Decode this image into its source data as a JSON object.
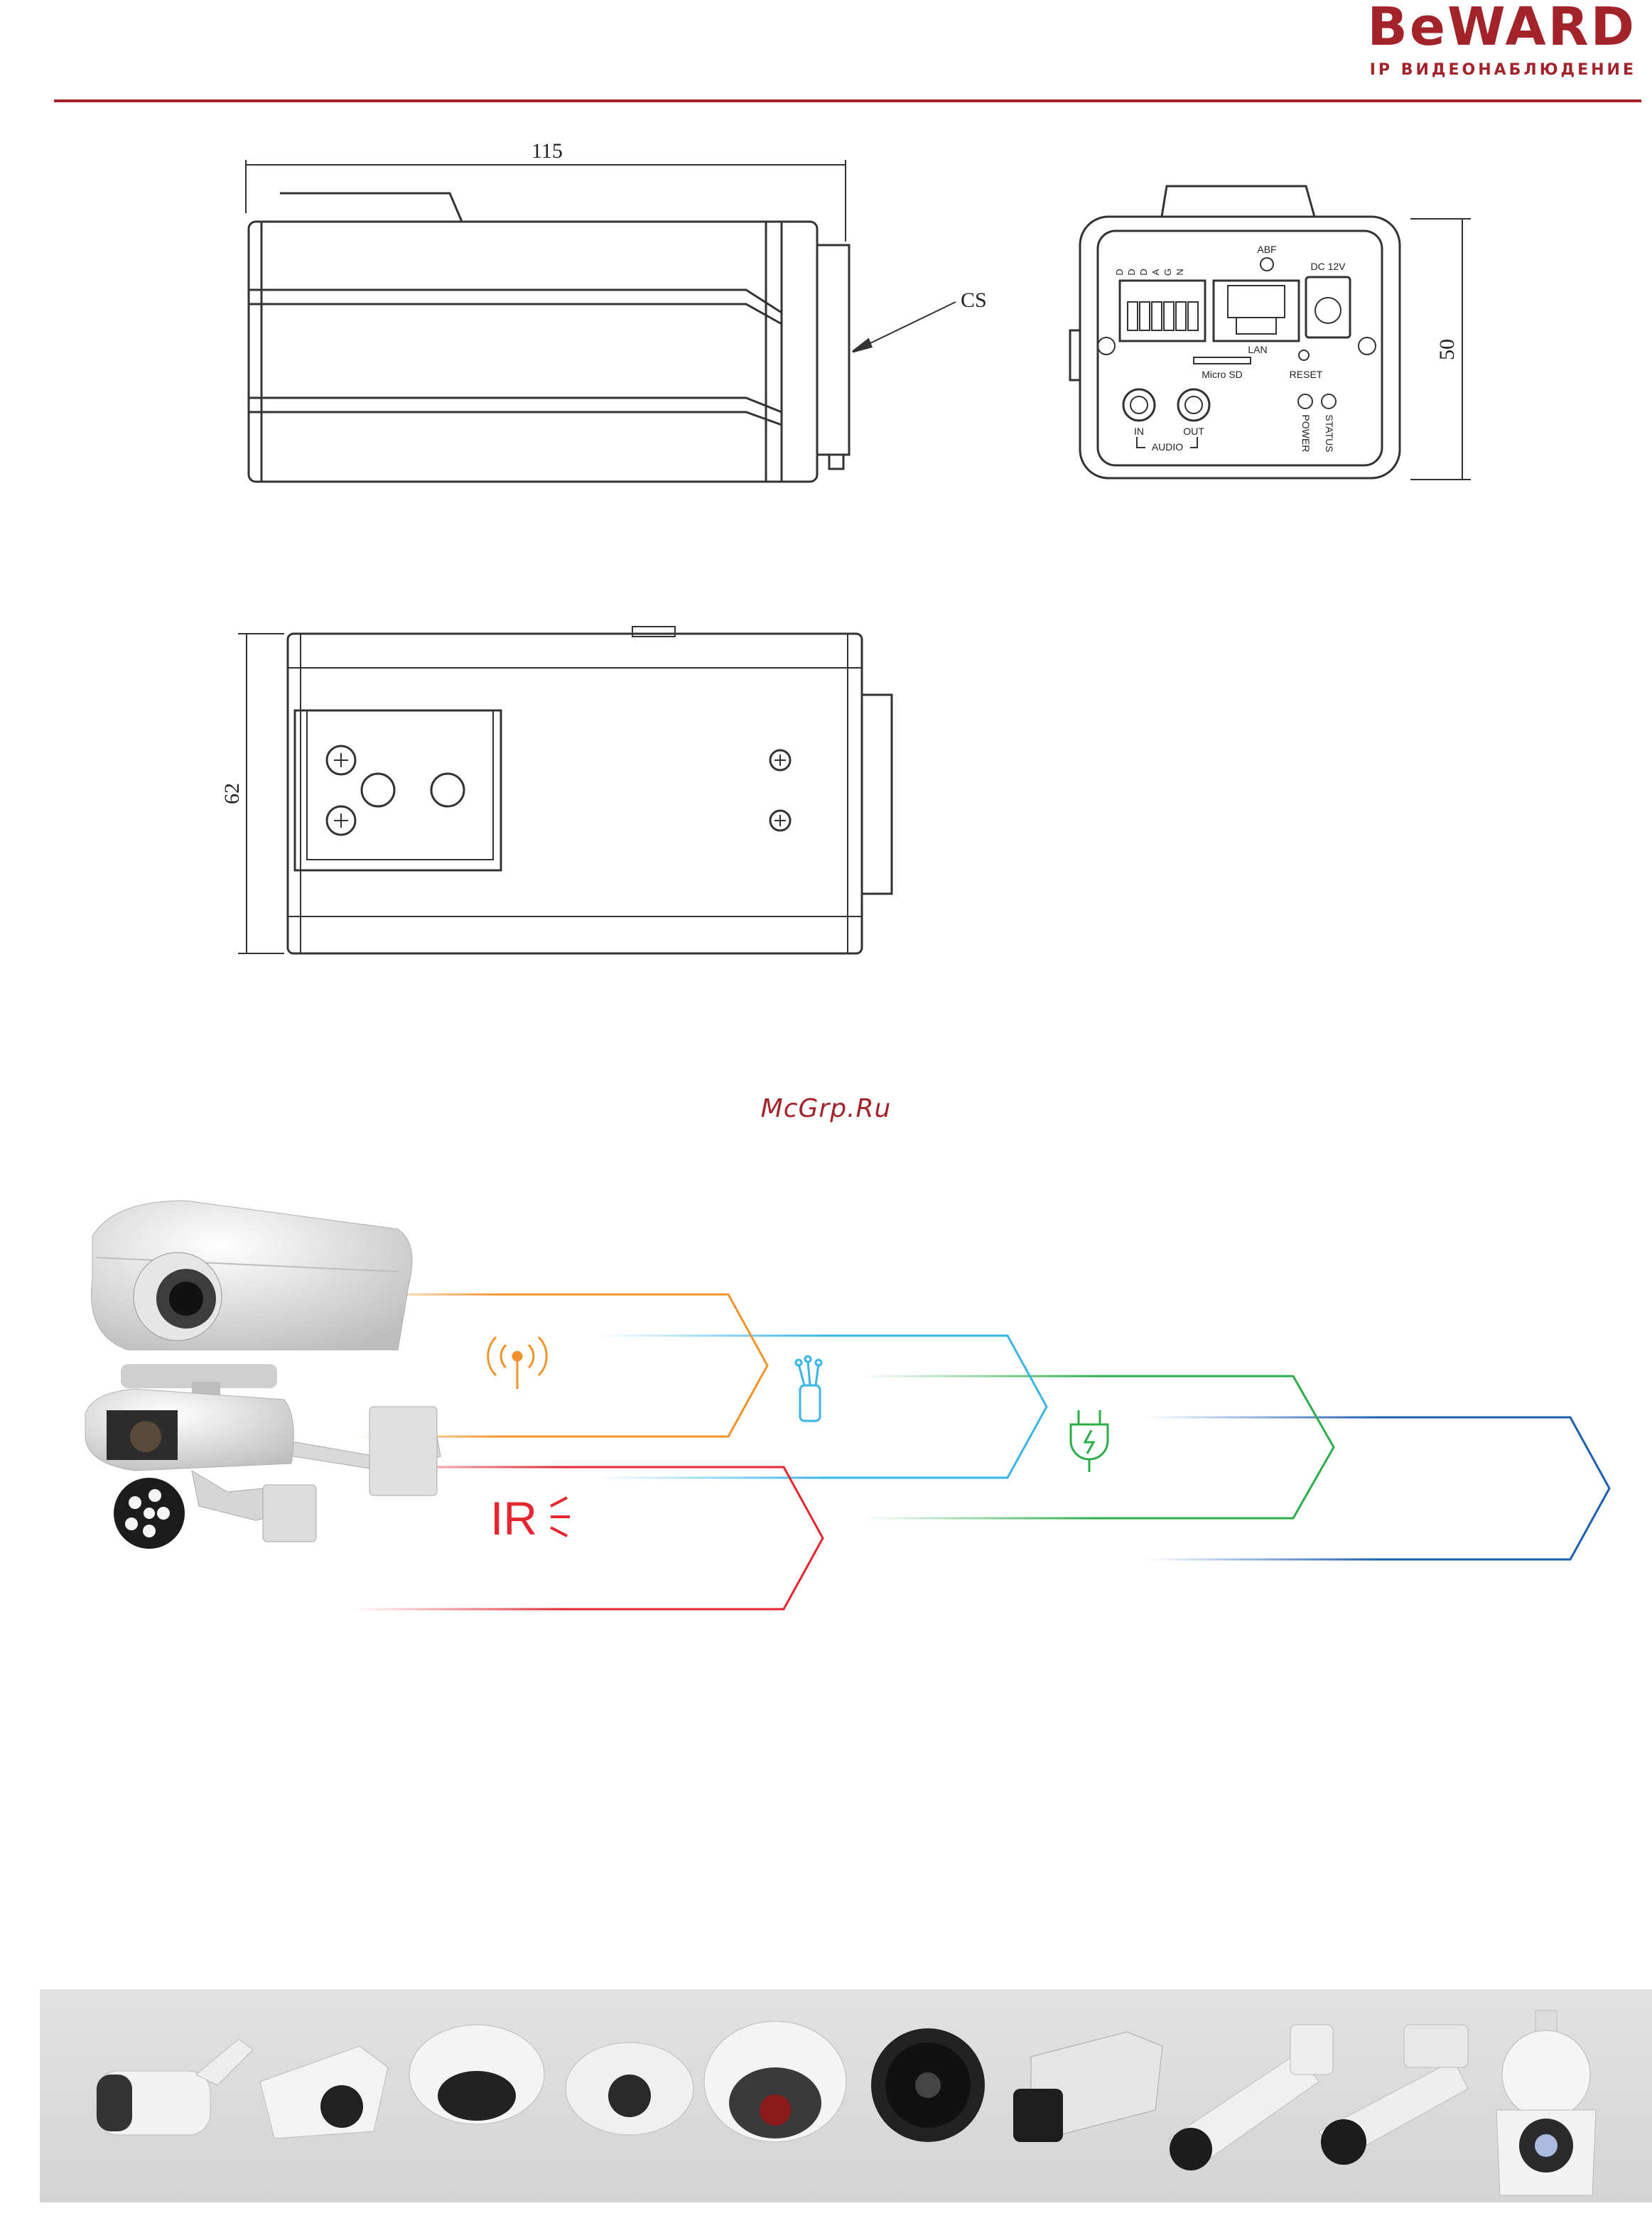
{
  "brand": {
    "logo": "BeWARD",
    "tagline": "IP ВИДЕОНАБЛЮДЕНИЕ"
  },
  "drawings": {
    "side_view": {
      "length_dim": "115",
      "mount_label": "CS"
    },
    "rear_panel": {
      "height_dim": "50",
      "dip_labels": [
        "D",
        "D",
        "D",
        "A",
        "G",
        "N"
      ],
      "labels": {
        "abf": "ABF",
        "dc": "DC 12V",
        "lan": "LAN",
        "microsd": "Micro SD",
        "reset": "RESET",
        "in": "IN",
        "out": "OUT",
        "audio": "AUDIO",
        "power": "POWER",
        "status": "STATUS"
      }
    },
    "bottom_view": {
      "width_dim": "62"
    }
  },
  "watermark": "McGrp.Ru",
  "infographic": {
    "ir_label": "IR"
  },
  "colors": {
    "brand": "#a3232b",
    "orange": "#f0932b",
    "cyan": "#3ab5e6",
    "green": "#2bae4a",
    "blue": "#1f5fb0",
    "red": "#e52530"
  }
}
